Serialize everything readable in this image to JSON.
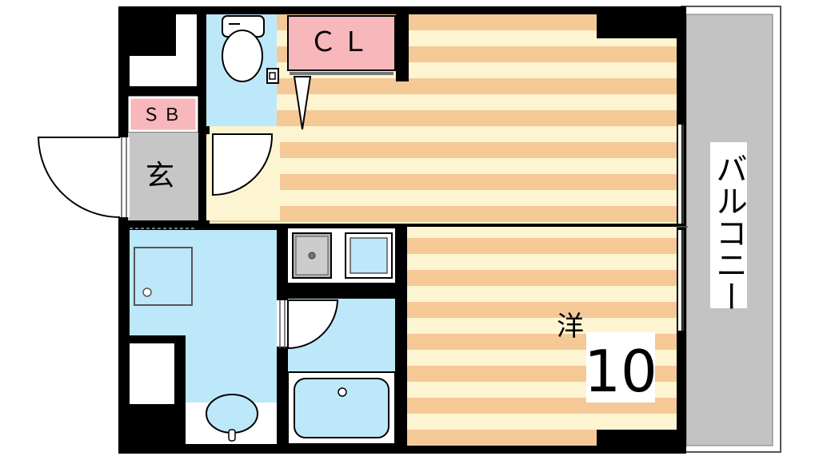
{
  "labels": {
    "closet": "ＣＬ",
    "shoe_box": "ＳＢ",
    "entrance": "玄",
    "balcony": "バルコニー",
    "room_type": "洋",
    "room_size": "10"
  },
  "colors": {
    "wall": "#000000",
    "floor_stripe_a": "#f4c996",
    "floor_stripe_b": "#fdf4d2",
    "water_area": "#bde8fa",
    "label_pink": "#f7b7bb",
    "balcony": "#c3c3c3",
    "entrance_floor": "#c6c6c6",
    "fixture_grey": "#b4b4b4"
  },
  "floor_stripes": 27
}
